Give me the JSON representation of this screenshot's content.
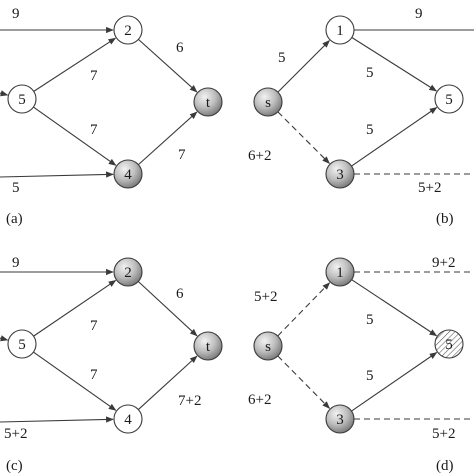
{
  "panels": [
    {
      "id": "a",
      "label": "(a)",
      "nodes": [
        {
          "id": "2",
          "label": "2",
          "style": "white"
        },
        {
          "id": "5",
          "label": "5",
          "style": "white"
        },
        {
          "id": "4",
          "label": "4",
          "style": "gray"
        },
        {
          "id": "t",
          "label": "t",
          "style": "gray"
        }
      ],
      "edges": [
        {
          "id": "in-2",
          "label": "9",
          "dashed": false
        },
        {
          "id": "in-5",
          "label": "",
          "dashed": false
        },
        {
          "id": "in-4",
          "label": "5",
          "dashed": false
        },
        {
          "id": "5-2",
          "label": "7",
          "dashed": false
        },
        {
          "id": "5-4",
          "label": "7",
          "dashed": false
        },
        {
          "id": "2-t",
          "label": "6",
          "dashed": false
        },
        {
          "id": "4-t",
          "label": "7",
          "dashed": false
        }
      ]
    },
    {
      "id": "b",
      "label": "(b)",
      "nodes": [
        {
          "id": "s",
          "label": "s",
          "style": "gray"
        },
        {
          "id": "1",
          "label": "1",
          "style": "white"
        },
        {
          "id": "3",
          "label": "3",
          "style": "gray"
        },
        {
          "id": "5",
          "label": "5",
          "style": "white"
        }
      ],
      "edges": [
        {
          "id": "s-1",
          "label": "5",
          "dashed": false
        },
        {
          "id": "s-3",
          "label": "6+2",
          "dashed": true
        },
        {
          "id": "1-5",
          "label": "5",
          "dashed": false
        },
        {
          "id": "3-5",
          "label": "5",
          "dashed": false
        },
        {
          "id": "1-out",
          "label": "9",
          "dashed": false
        },
        {
          "id": "3-out",
          "label": "5+2",
          "dashed": true
        }
      ]
    },
    {
      "id": "c",
      "label": "(c)",
      "nodes": [
        {
          "id": "2",
          "label": "2",
          "style": "gray"
        },
        {
          "id": "5",
          "label": "5",
          "style": "white"
        },
        {
          "id": "4",
          "label": "4",
          "style": "white"
        },
        {
          "id": "t",
          "label": "t",
          "style": "gray"
        }
      ],
      "edges": [
        {
          "id": "in-2",
          "label": "9",
          "dashed": false
        },
        {
          "id": "in-5",
          "label": "",
          "dashed": false
        },
        {
          "id": "in-4",
          "label": "5+2",
          "dashed": false
        },
        {
          "id": "5-2",
          "label": "7",
          "dashed": false
        },
        {
          "id": "5-4",
          "label": "7",
          "dashed": false
        },
        {
          "id": "2-t",
          "label": "6",
          "dashed": false
        },
        {
          "id": "4-t",
          "label": "7+2",
          "dashed": false
        }
      ]
    },
    {
      "id": "d",
      "label": "(d)",
      "nodes": [
        {
          "id": "s",
          "label": "s",
          "style": "gray"
        },
        {
          "id": "1",
          "label": "1",
          "style": "gray"
        },
        {
          "id": "3",
          "label": "3",
          "style": "gray"
        },
        {
          "id": "5",
          "label": "5",
          "style": "hatched"
        }
      ],
      "edges": [
        {
          "id": "s-1",
          "label": "5+2",
          "dashed": true
        },
        {
          "id": "s-3",
          "label": "6+2",
          "dashed": true
        },
        {
          "id": "1-5",
          "label": "5",
          "dashed": false
        },
        {
          "id": "3-5",
          "label": "5",
          "dashed": false
        },
        {
          "id": "1-out",
          "label": "9+2",
          "dashed": true
        },
        {
          "id": "3-out",
          "label": "5+2",
          "dashed": true
        }
      ]
    }
  ]
}
